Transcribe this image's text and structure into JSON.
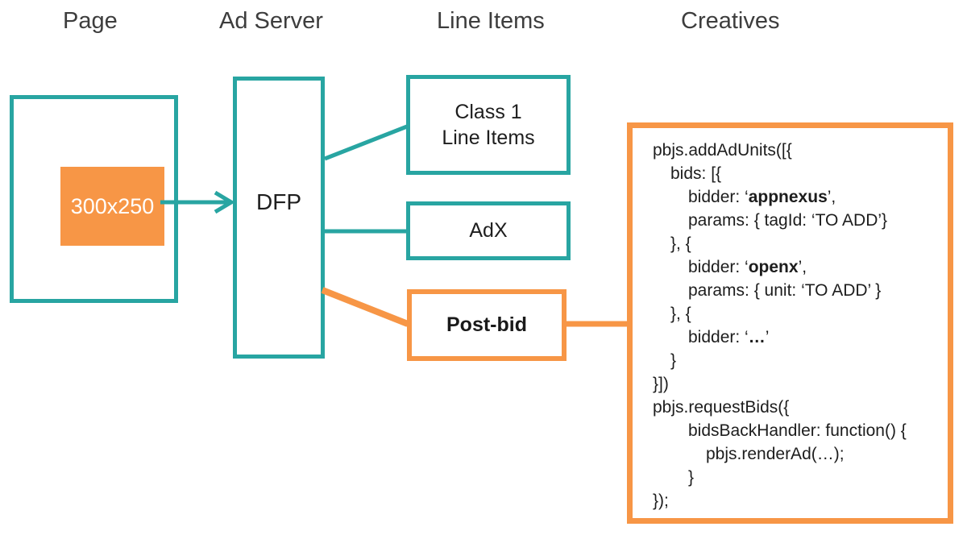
{
  "palette": {
    "teal": "#28a5a2",
    "orange": "#f79646",
    "header_text": "#3d3d3d",
    "code_text": "#1d1d1d",
    "ad_slot_text": "#ffffff"
  },
  "headers": [
    {
      "label": "Page"
    },
    {
      "label": "Ad Server"
    },
    {
      "label": "Line Items"
    },
    {
      "label": "Creatives"
    }
  ],
  "page": {
    "ad_slot_label": "300x250"
  },
  "ad_server": {
    "label": "DFP"
  },
  "line_items": {
    "class1": {
      "line1": "Class 1",
      "line2": "Line Items"
    },
    "adx": {
      "label": "AdX"
    },
    "postbid": {
      "label": "Post-bid"
    }
  },
  "creatives": {
    "code_lines": [
      {
        "indent": 0,
        "segments": [
          {
            "text": "pbjs.addAdUnits([{"
          }
        ]
      },
      {
        "indent": 1,
        "segments": [
          {
            "text": "bids: [{"
          }
        ]
      },
      {
        "indent": 2,
        "segments": [
          {
            "text": "bidder: ‘"
          },
          {
            "text": "appnexus",
            "bold": true
          },
          {
            "text": "’,"
          }
        ]
      },
      {
        "indent": 2,
        "segments": [
          {
            "text": "params: { tagId: ‘TO ADD’}"
          }
        ]
      },
      {
        "indent": 1,
        "segments": [
          {
            "text": "}, {"
          }
        ]
      },
      {
        "indent": 2,
        "segments": [
          {
            "text": "bidder: ‘"
          },
          {
            "text": "openx",
            "bold": true
          },
          {
            "text": "’,"
          }
        ]
      },
      {
        "indent": 2,
        "segments": [
          {
            "text": "params: { unit: ‘TO ADD’ }"
          }
        ]
      },
      {
        "indent": 1,
        "segments": [
          {
            "text": "}, {"
          }
        ]
      },
      {
        "indent": 2,
        "segments": [
          {
            "text": "bidder: ‘"
          },
          {
            "text": "…",
            "bold": true
          },
          {
            "text": "’"
          }
        ]
      },
      {
        "indent": 1,
        "segments": [
          {
            "text": "}"
          }
        ]
      },
      {
        "indent": 0,
        "segments": [
          {
            "text": "}])"
          }
        ]
      },
      {
        "indent": 0,
        "segments": [
          {
            "text": "pbjs.requestBids({"
          }
        ]
      },
      {
        "indent": 2,
        "segments": [
          {
            "text": "bidsBackHandler: function() {"
          }
        ]
      },
      {
        "indent": 3,
        "segments": [
          {
            "text": "pbjs.renderAd(…);"
          }
        ]
      },
      {
        "indent": 2,
        "segments": [
          {
            "text": "}"
          }
        ]
      },
      {
        "indent": 0,
        "segments": [
          {
            "text": "});"
          }
        ]
      }
    ]
  }
}
